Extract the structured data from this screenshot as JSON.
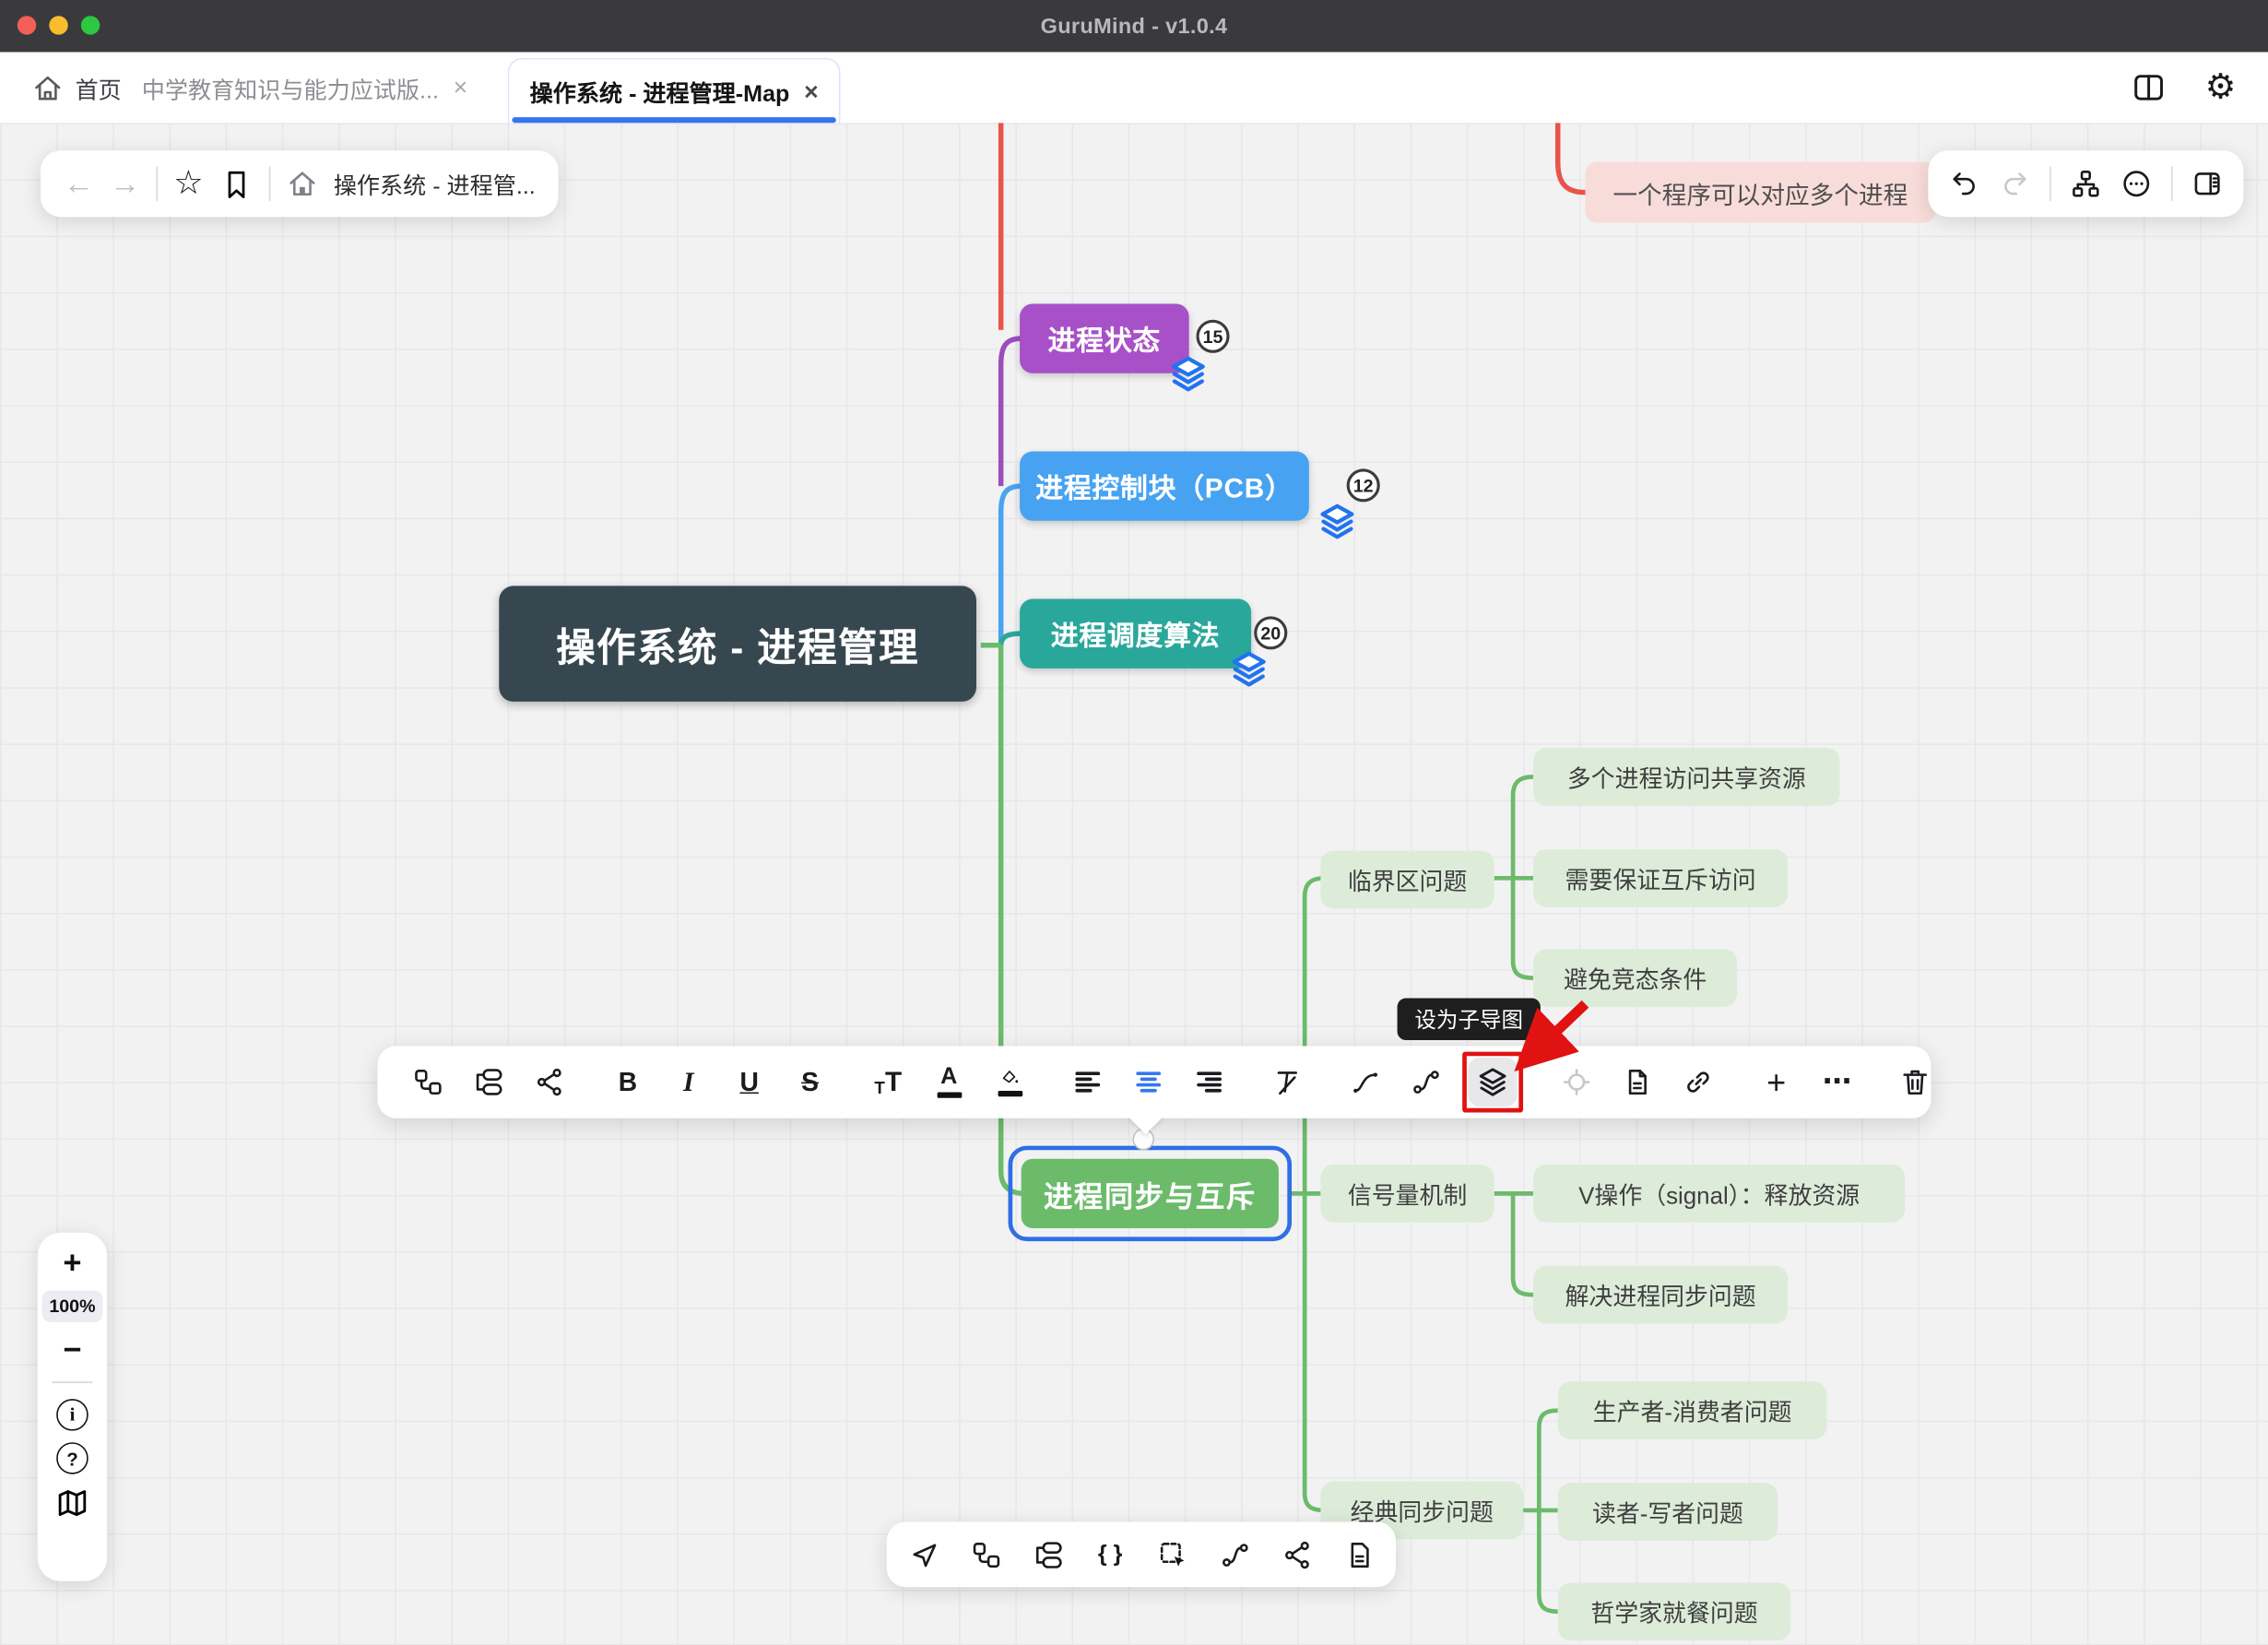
{
  "window": {
    "title": "GuruMind - v1.0.4"
  },
  "tab_bar": {
    "home_label": "首页",
    "tabs": [
      {
        "label": "中学教育知识与能力应试版...",
        "active": false
      },
      {
        "label": "操作系统 - 进程管理-Map",
        "active": true
      }
    ]
  },
  "nav_toolbar": {
    "breadcrumb": "操作系统 - 进程管..."
  },
  "tooltip": {
    "label": "设为子导图"
  },
  "zoom_panel": {
    "zoom_level": "100%"
  },
  "glyphs": {
    "close": "×",
    "bold": "B",
    "italic": "I",
    "underline": "U",
    "strike": "S",
    "t_small": "T",
    "t_large": "T",
    "text_color": "A",
    "plus": "+",
    "more": "⋯",
    "minus": "−",
    "braces": "{ }",
    "back": "←",
    "forward": "→",
    "star": "☆",
    "gear": "⚙",
    "info": "i",
    "question": "?"
  },
  "mindmap": {
    "root": {
      "label": "操作系统 - 进程管理"
    },
    "floating_note": {
      "label": "一个程序可以对应多个进程"
    },
    "branches": [
      {
        "label": "进程状态",
        "badge": "15",
        "color": "#a850c8"
      },
      {
        "label": "进程控制块（PCB）",
        "badge": "12",
        "color": "#47a3f2"
      },
      {
        "label": "进程调度算法",
        "badge": "20",
        "color": "#2aa79b"
      },
      {
        "label": "进程同步与互斥",
        "color": "#6cbb6b",
        "selected": true
      }
    ],
    "sync_children": [
      {
        "label": "临界区问题",
        "children": [
          {
            "label": "多个进程访问共享资源"
          },
          {
            "label": "需要保证互斥访问"
          },
          {
            "label": "避免竞态条件"
          }
        ]
      },
      {
        "label": "信号量机制",
        "children": [
          {
            "label": "V操作（signal）：释放资源"
          },
          {
            "label": "解决进程同步问题"
          }
        ]
      },
      {
        "label": "经典同步问题",
        "children": [
          {
            "label": "生产者-消费者问题"
          },
          {
            "label": "读者-写者问题"
          },
          {
            "label": "哲学家就餐问题"
          }
        ]
      }
    ],
    "colors": {
      "root_bg": "#37474f",
      "child_bg": "#ddecd9",
      "note_bg": "#f8dcda",
      "edge_red": "#e8544a",
      "edge_purple": "#9c4dbb",
      "edge_blue": "#4aa3f0",
      "edge_teal": "#2aa79b",
      "edge_green": "#6cbb6b",
      "selection_blue": "#2f6fe4",
      "accent_blue": "#3576f0",
      "highlight_red": "#e01212",
      "layers_icon_blue": "#2273ef"
    }
  }
}
